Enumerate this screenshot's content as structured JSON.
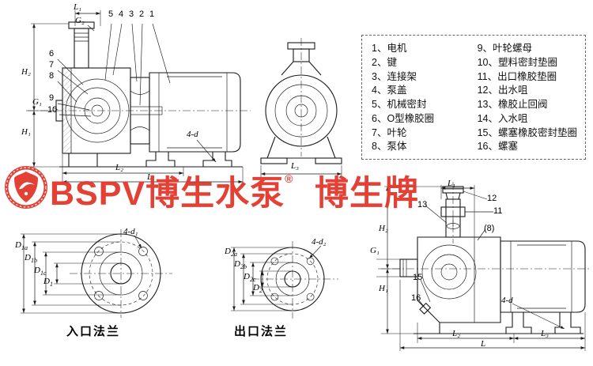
{
  "parts_list": {
    "left": [
      "1、电机",
      "2、键",
      "3、连接架",
      "4、泵盖",
      "5、机械密封",
      "6、O型橡胶圈",
      "7、叶轮",
      "8、泵体"
    ],
    "right": [
      "9、叶轮螺母",
      "10、塑料密封垫圈",
      "11、出口橡胶垫圈",
      "12、出水咀",
      "13、橡胶止回阀",
      "14、入水咀",
      "15、螺塞橡胶密封垫圈",
      "16、螺塞"
    ]
  },
  "watermark": {
    "brand": "BSPV博生水泵",
    "reg": "®",
    "seal": "博生牌",
    "color": "#e2372b"
  },
  "captions": {
    "inlet": "入口法兰",
    "outlet": "出口法兰"
  },
  "side_view": {
    "dims": {
      "L1": "L₁",
      "G2": "G₂",
      "H2": "H₂",
      "G1": "G₁",
      "H1": "H₁",
      "L2": "L₂",
      "L": "L",
      "holes": "4-d"
    },
    "callouts": {
      "c1": "1",
      "c2": "2",
      "c3": "3",
      "c4": "4",
      "c5": "5",
      "c6": "6",
      "c7": "7",
      "c8": "8",
      "c9": "9",
      "c10": "10"
    }
  },
  "front_view": {
    "dims": {
      "L3": "L₃"
    }
  },
  "inlet_flange": {
    "d_base": "D",
    "subs": [
      "1a",
      "1b",
      "1c",
      "1"
    ],
    "holes": "4-d₁"
  },
  "outlet_flange": {
    "d_base": "D",
    "subs": [
      "2a",
      "2b",
      "2c",
      "2"
    ],
    "holes": "4-d₂"
  },
  "priming_view": {
    "dims": {
      "L1": "L₁",
      "H2": "H₂",
      "G1": "G₁",
      "H1": "H₁",
      "L2": "L₂",
      "L3": "L₃",
      "L": "L",
      "holes": "4-d"
    },
    "callouts": {
      "c13": "13",
      "c12": "12",
      "c11": "11",
      "c8": "(8)",
      "c15": "15",
      "c16": "16"
    }
  }
}
